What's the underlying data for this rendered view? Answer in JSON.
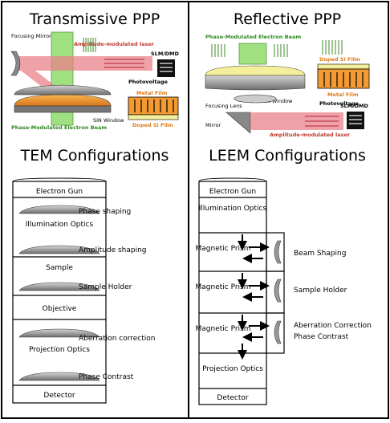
{
  "left": {
    "title": "Transmissive PPP",
    "focusing_mirror": "Focusing Mirror",
    "laser": "Amplitude-modulated laser",
    "slm": "SLM/DMD",
    "photovoltage": "Photovoltage",
    "metal_film": "Metal Film",
    "doped_film": "Doped Si Film",
    "sin_window": "SiN Window",
    "beam": "Phase-Modulated Electron Beam",
    "config_title": "TEM Configurations",
    "column": [
      "Electron Gun",
      "Illumination Optics",
      "Sample",
      "Objective",
      "Projection Optics",
      "Detector"
    ],
    "annotations": [
      "Phase shaping",
      "Amplitude shaping",
      "Sample Holder",
      "Aberration correction",
      "Phase Contrast"
    ]
  },
  "right": {
    "title": "Reflective PPP",
    "beam": "Phase-Modulated Electron Beam",
    "doped_film": "Doped Si Film",
    "metal_film": "Metal Film",
    "photovoltage": "Photovoltage",
    "focusing_lens": "Focusing Lens",
    "sin_window": "SiN Window",
    "mirror": "Mirror",
    "slm": "SLM/DMD",
    "laser": "Amplitude-modulated laser",
    "config_title": "LEEM Configurations",
    "column": [
      "Electron Gun",
      "Illumination Optics",
      "Magnetic Prism",
      "Magnetic Prism",
      "Magnetic Prism",
      "Projection Optics",
      "Detector"
    ],
    "annotations": [
      "Beam Shaping",
      "Sample Holder",
      "Aberration Correction",
      "Phase Contrast"
    ]
  },
  "colors": {
    "laser": "#e8828a",
    "beam": "#8fdc6a",
    "metal": "#f39a32",
    "film": "#f4ef9a",
    "lens": "#8c8c8c"
  }
}
